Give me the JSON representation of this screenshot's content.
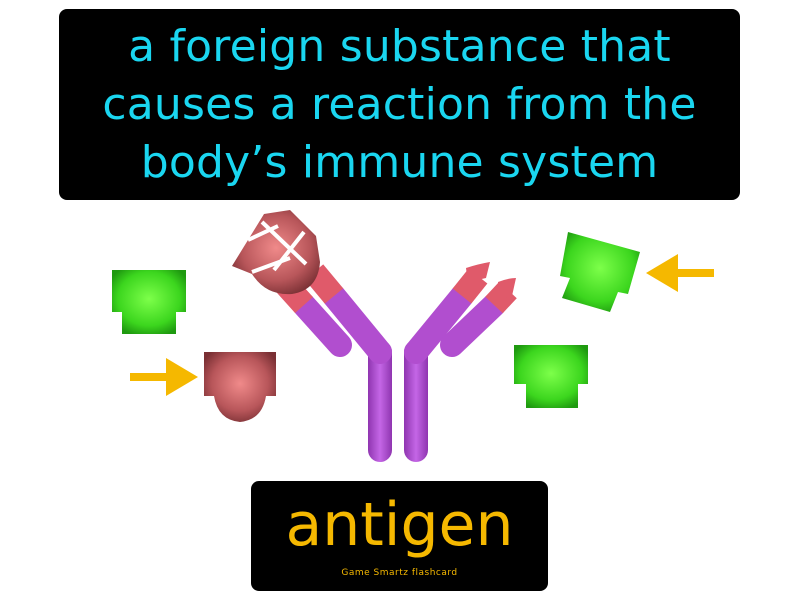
{
  "definition": {
    "lines": [
      "a foreign substance that",
      "causes a reaction from the",
      "body’s immune system"
    ]
  },
  "term": {
    "word": "antigen",
    "brand": "Game Smartz  flashcard"
  },
  "colors": {
    "definition_text": "#1ad6f0",
    "term_text": "#f5b800",
    "antibody": "#b14ecf",
    "antibody_tip": "#e05a6a",
    "antigen_green": "#3cd61e",
    "antigen_red": "#b8565a",
    "arrow": "#f5b800"
  },
  "icons": {
    "antibody": "y-shaped-antibody-icon",
    "antigens": [
      "green-antigen-icon",
      "red-antigen-icon",
      "green-antigen-icon",
      "green-antigen-icon"
    ],
    "arrows": [
      "arrow-right-icon",
      "arrow-left-icon"
    ]
  }
}
